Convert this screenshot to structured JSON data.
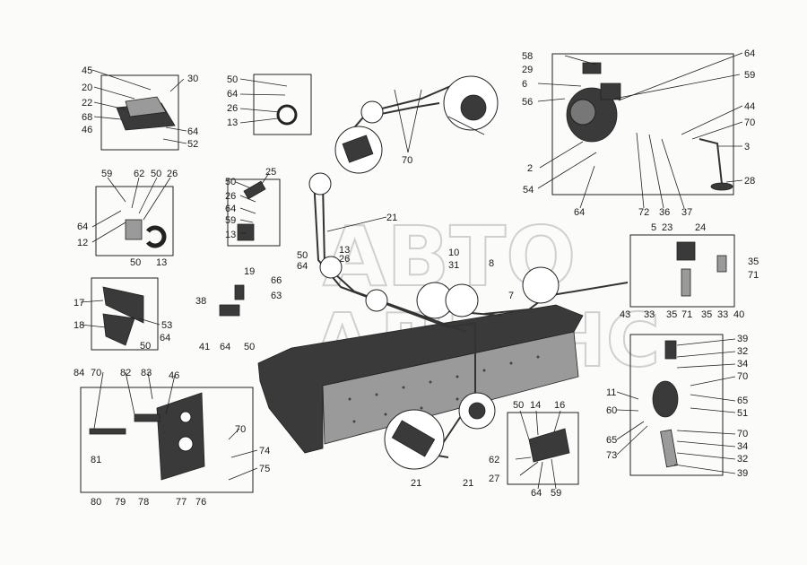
{
  "watermark": {
    "line1": "АВТО",
    "line2": "АЛЬЯНС"
  },
  "callouts": {
    "topleft": [
      "45",
      "30",
      "20",
      "22",
      "68",
      "46",
      "64",
      "52"
    ],
    "smallbox": [
      "50",
      "64",
      "26",
      "13"
    ],
    "compressor": [
      "58",
      "64",
      "29",
      "59",
      "6",
      "56",
      "44",
      "70",
      "3",
      "2",
      "28",
      "54",
      "64",
      "72",
      "36",
      "37"
    ],
    "bracket_left": [
      "59",
      "62",
      "50",
      "26",
      "64",
      "12",
      "50",
      "13"
    ],
    "clamp_box": [
      "50",
      "25",
      "26",
      "64",
      "59",
      "13"
    ],
    "valve_box": [
      "5",
      "23",
      "24",
      "35",
      "71",
      "43",
      "33",
      "35",
      "71",
      "35",
      "33",
      "40"
    ],
    "center": [
      "21",
      "13",
      "50",
      "26",
      "64",
      "10",
      "31",
      "8",
      "7",
      "19",
      "66",
      "63",
      "38"
    ],
    "left_mid": [
      "17",
      "18",
      "53",
      "64",
      "50",
      "41",
      "64",
      "50"
    ],
    "right_lower": [
      "39",
      "32",
      "34",
      "70",
      "11",
      "65",
      "60",
      "51",
      "65",
      "70",
      "34",
      "73",
      "32",
      "39"
    ],
    "bottom_left": [
      "84",
      "70",
      "82",
      "83",
      "46",
      "81",
      "70",
      "74",
      "75",
      "80",
      "79",
      "78",
      "77",
      "76"
    ],
    "bottom_mid": [
      "50",
      "14",
      "16",
      "62",
      "27",
      "64",
      "59"
    ],
    "pipes": [
      "70",
      "21",
      "21"
    ]
  }
}
